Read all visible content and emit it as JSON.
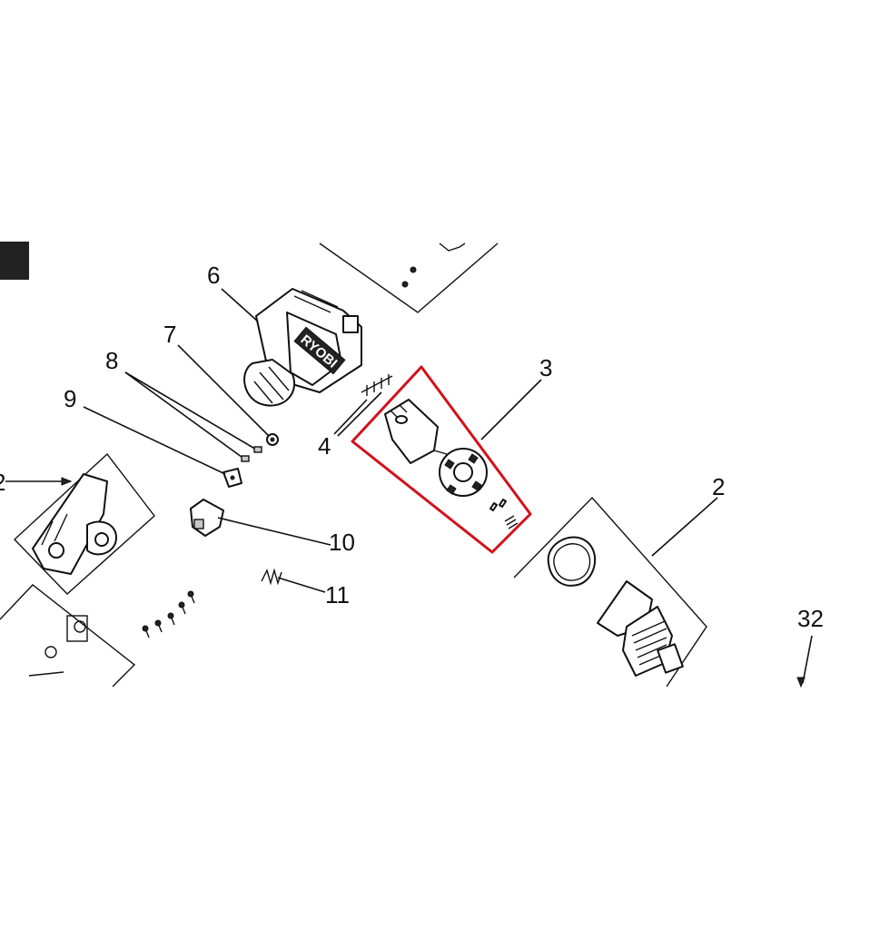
{
  "diagram": {
    "brand_mark": "RYOBI",
    "highlight_color": "#d0121b",
    "callouts": {
      "c2": "2",
      "c3": "3",
      "c4": "4",
      "c6": "6",
      "c7": "7",
      "c8": "8",
      "c9": "9",
      "c10": "10",
      "c11": "11",
      "c12": "2",
      "c32": "32"
    }
  }
}
